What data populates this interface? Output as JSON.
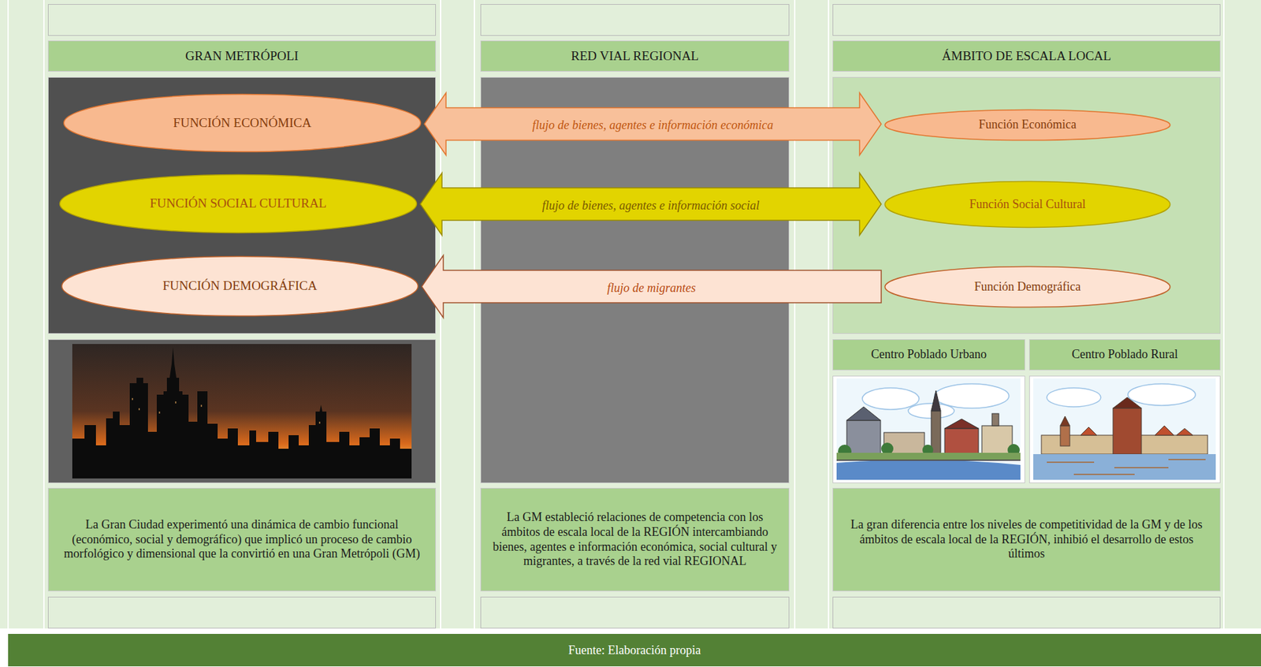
{
  "diagram": {
    "caption": "Fuente: Elaboración propia",
    "nodes": [
      {
        "text": [
          "GRAN METRÓPOLI"
        ]
      },
      {
        "text": [
          "RED VIAL REGIONAL"
        ]
      },
      {
        "text": [
          "ÁMBITO DE ESCALA LOCAL"
        ]
      },
      {
        "text": [
          "FUNCIÓN ECONÓMICA"
        ]
      },
      {
        "text": [
          "Función Económica"
        ]
      },
      {
        "text": [
          "FUNCIÓN SOCIAL CULTURAL"
        ]
      },
      {
        "text": [
          "Función Social Cultural"
        ]
      },
      {
        "text": [
          "FUNCIÓN DEMOGRÁFICA"
        ]
      },
      {
        "text": [
          "Función Demográfica"
        ]
      },
      {
        "text": [
          "Centro Poblado Urbano"
        ]
      },
      {
        "text": [
          "Centro Poblado Rural"
        ]
      },
      {
        "text": [
          "La Gran Ciudad experimentó una dinámica de cambio funcional (económico, social y demográfico) que implicó un proceso de cambio morfológico y dimensional que la convirtió en una Gran Metrópoli (GM)"
        ]
      },
      {
        "text": [
          "La GM estableció relaciones de competencia con los ámbitos de escala local de la REGIÓN intercambiando bienes, agentes e información económica, social cultural y migrantes, a través de la red vial REGIONAL"
        ]
      },
      {
        "text": [
          "La gran diferencia entre los niveles de competitividad de la GM y de los ámbitos de escala local de la REGIÓN, inhibió el desarrollo de estos últimos"
        ]
      }
    ],
    "edges": [
      {
        "from": 3,
        "to": 4,
        "arrow": "both",
        "label": "flujo de bienes, agentes e información económica"
      },
      {
        "from": 5,
        "to": 6,
        "arrow": "both",
        "label": "flujo de bienes, agentes e información social"
      },
      {
        "from": 8,
        "to": 7,
        "arrow": "to",
        "label": "flujo de migrantes"
      }
    ]
  }
}
